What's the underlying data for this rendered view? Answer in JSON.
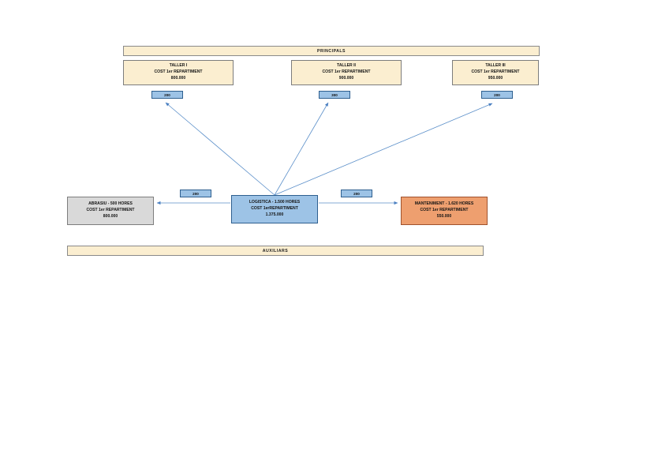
{
  "diagram": {
    "title": "Cost allocation / repartiment diagram",
    "colors": {
      "principal_fill": "#fbeed0",
      "auxiliary_fill": "#fbeed0",
      "logistica_fill": "#9dc3e6",
      "abrasiu_fill": "#d9d9d9",
      "manteniment_fill": "#ee9f6f",
      "arrow": "#5b8fc9",
      "label_fill": "#9dc3e6",
      "border": "#7d7d7d"
    },
    "banners": {
      "principals": "PRINCIPALS",
      "auxiliars": "AUXILIARS"
    },
    "principal_departments": [
      {
        "id": "taller-1",
        "name": "TALLER I",
        "cost_label": "COST 1er REPARTIMENT",
        "cost_value": "800.000",
        "allocated_hours": "200"
      },
      {
        "id": "taller-2",
        "name": "TALLER II",
        "cost_label": "COST 1er REPARTIMENT",
        "cost_value": "900.000",
        "allocated_hours": "300"
      },
      {
        "id": "taller-3",
        "name": "TALLER III",
        "cost_label": "COST 1er REPARTIMENT",
        "cost_value": "950.000",
        "allocated_hours": "200"
      }
    ],
    "auxiliary_departments": [
      {
        "id": "abrasiu",
        "name": "ABRASIU - 500 HORES",
        "cost_label": "COST 1er REPARTIMENT",
        "cost_value": "800.000",
        "allocated_hours": "200"
      },
      {
        "id": "logistica",
        "name": "LOGISTICA - 1.500 HORES",
        "cost_label": "COST 1erREPARTIMENT",
        "cost_value": "1.375.000"
      },
      {
        "id": "manteniment",
        "name": "MANTENIMENT - 1.620 HORES",
        "cost_label": "COST 1er REPARTIMENT",
        "cost_value": "550.000",
        "allocated_hours": "200"
      }
    ]
  }
}
